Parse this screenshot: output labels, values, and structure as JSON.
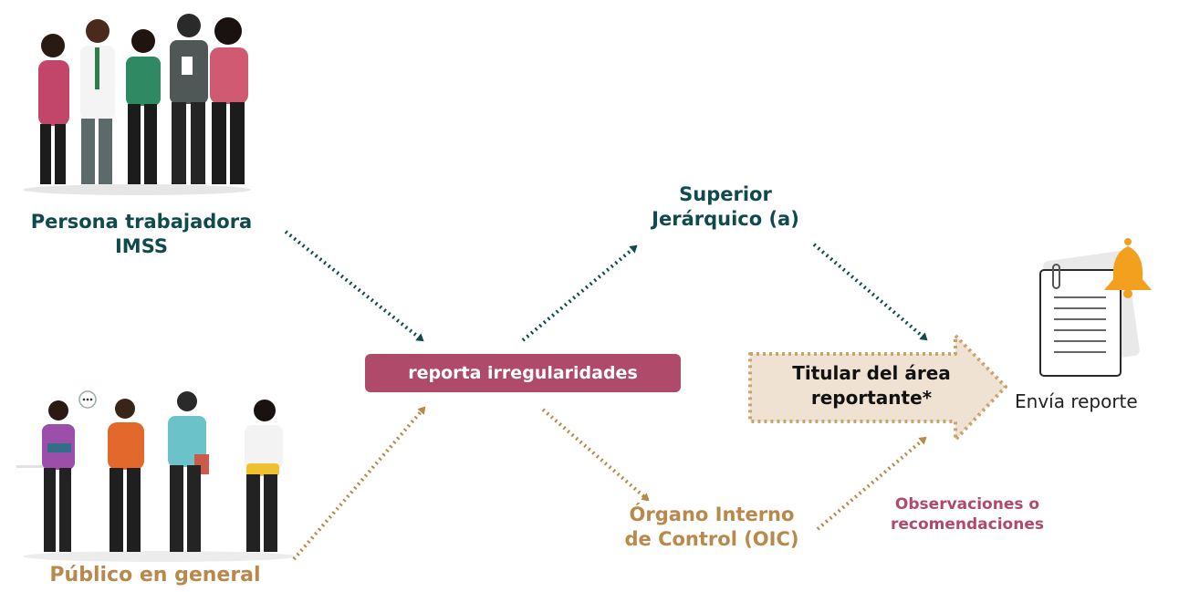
{
  "colors": {
    "teal": "#0f4a4c",
    "gold": "#b8894a",
    "wine": "#b04a6a",
    "arrow_fill": "#efe2d3",
    "bell": "#f2a01e"
  },
  "nodes": {
    "worker": {
      "line1": "Persona trabajadora",
      "line2": "IMSS",
      "illustration": "group-of-workers-illustration"
    },
    "public": {
      "label": "Público en general",
      "illustration": "group-of-people-illustration"
    },
    "report": {
      "label": "reporta irregularidades"
    },
    "superior": {
      "line1": "Superior",
      "line2": "Jerárquico (a)"
    },
    "oic": {
      "line1": "Órgano Interno",
      "line2": "de Control (OIC)"
    },
    "titular": {
      "line1": "Titular del área",
      "line2": "reportante*"
    },
    "observaciones": {
      "line1": "Observaciones o",
      "line2": "recomendaciones"
    },
    "envia": {
      "label": "Envía reporte",
      "icon": "document-bell-icon"
    }
  }
}
